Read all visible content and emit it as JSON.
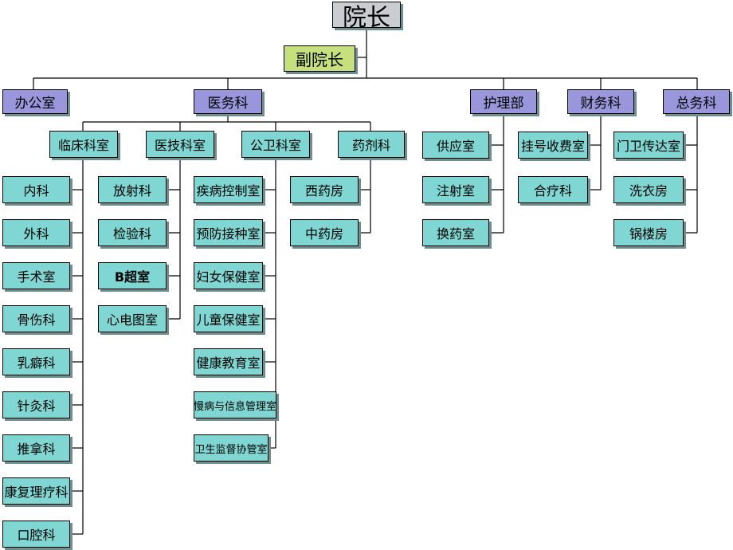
{
  "top": {
    "president": "院长",
    "vice_president": "副院长"
  },
  "departments": {
    "office": "办公室",
    "medical_affairs": "医务科",
    "nursing": "护理部",
    "finance": "财务科",
    "general_affairs": "总务科"
  },
  "medical_groups": {
    "clinical": "临床科室",
    "technical": "医技科室",
    "public_health": "公卫科室",
    "pharmacy": "药剂科"
  },
  "clinical_units": [
    "内科",
    "外科",
    "手术室",
    "骨伤科",
    "乳癖科",
    "针灸科",
    "推拿科",
    "康复理疗科",
    "口腔科"
  ],
  "technical_units": [
    "放射科",
    "检验科",
    "B超室",
    "心电图室"
  ],
  "public_health_units": [
    "疾病控制室",
    "预防接种室",
    "妇女保健室",
    "儿童保健室",
    "健康教育室",
    "慢病与信息管理室",
    "卫生监督协管室"
  ],
  "pharmacy_units": [
    "西药房",
    "中药房"
  ],
  "nursing_units": [
    "供应室",
    "注射室",
    "换药室"
  ],
  "finance_units": [
    "挂号收费室",
    "合疗科"
  ],
  "general_units": [
    "门卫传达室",
    "洗衣房",
    "锅楼房"
  ]
}
